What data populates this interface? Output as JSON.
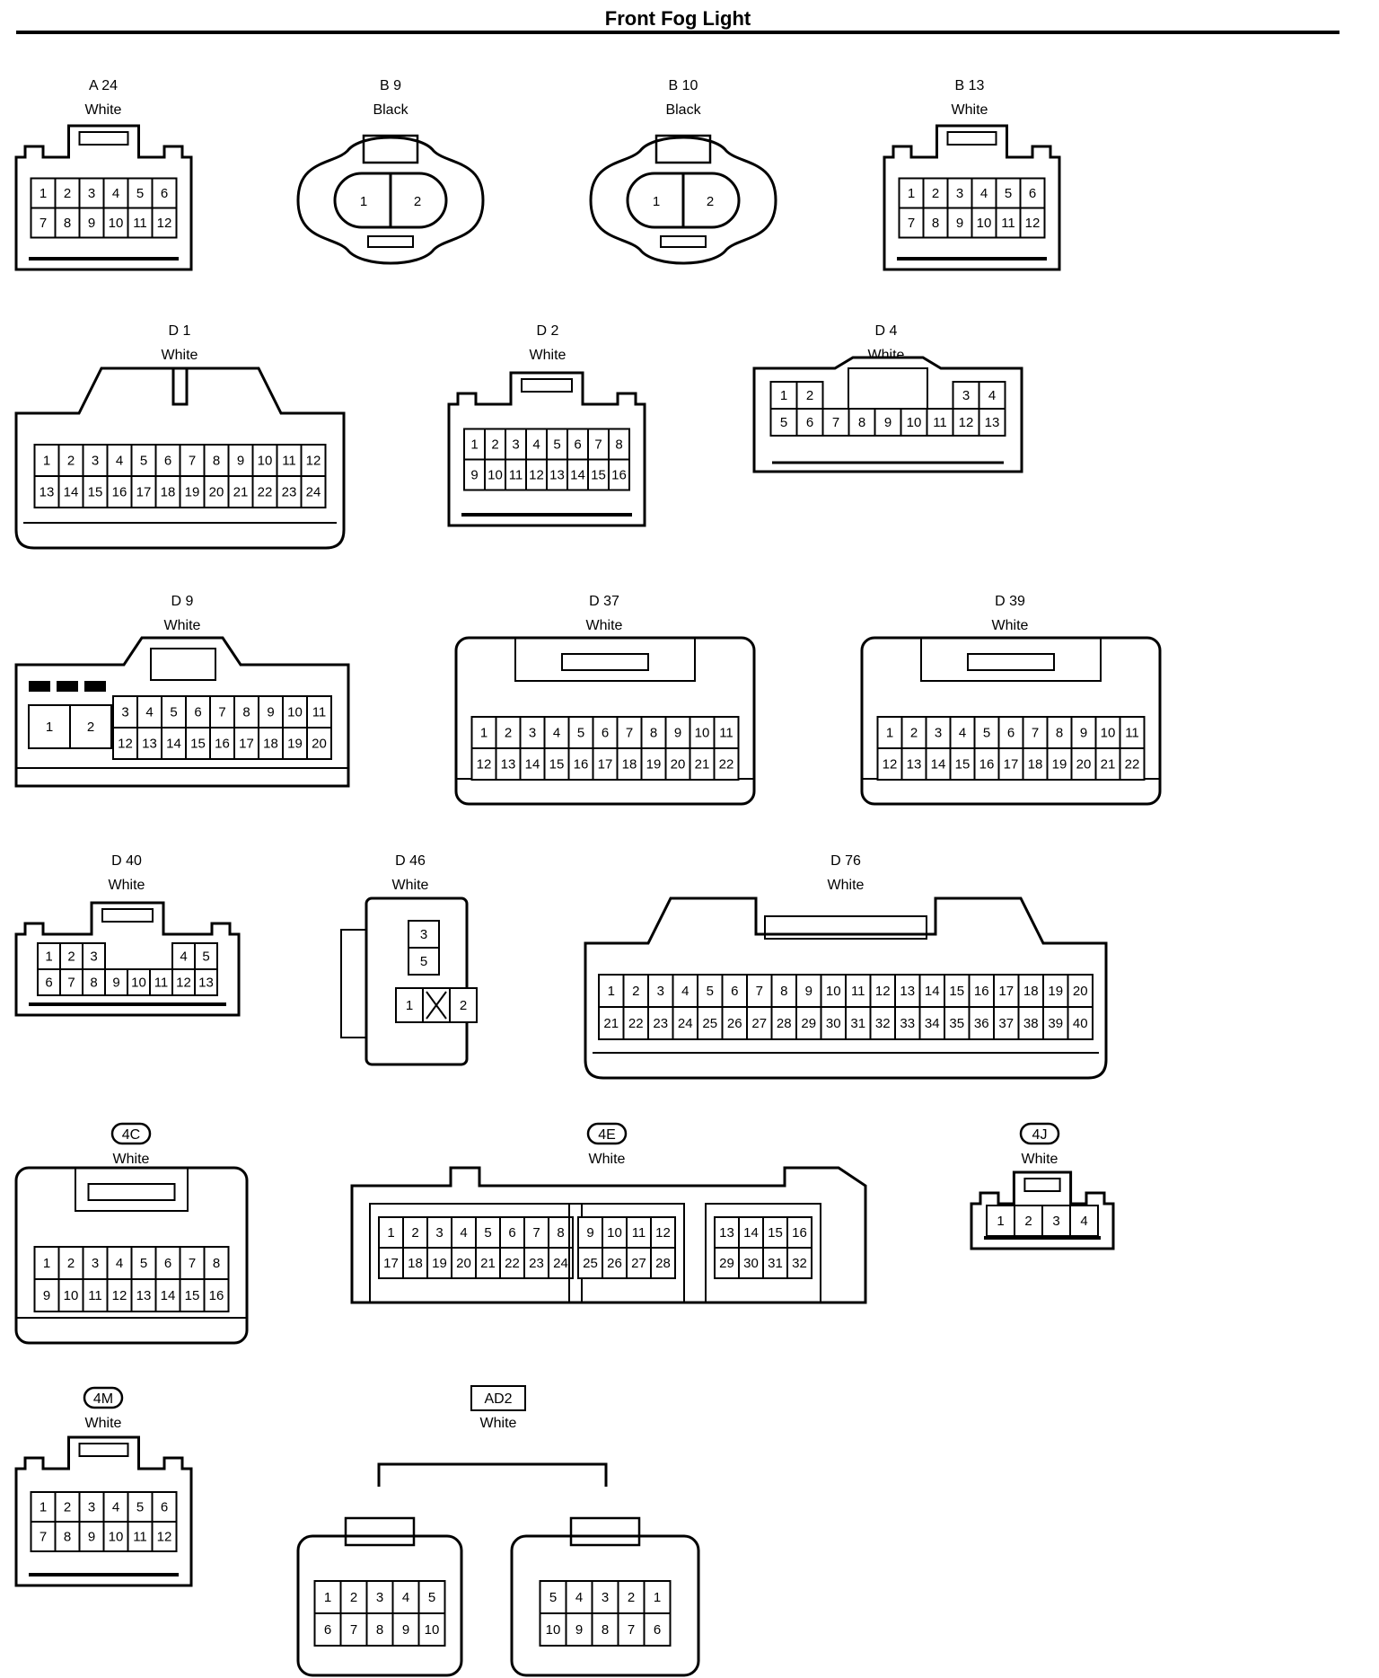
{
  "title": "Front Fog Light",
  "connectors": [
    {
      "id": "A 24",
      "color": "White",
      "shape": "std",
      "rows": [
        [
          "1",
          "2",
          "3",
          "4",
          "5",
          "6"
        ],
        [
          "7",
          "8",
          "9",
          "10",
          "11",
          "12"
        ]
      ]
    },
    {
      "id": "B 9",
      "color": "Black",
      "shape": "oval",
      "rows": [
        [
          "1",
          "2"
        ]
      ]
    },
    {
      "id": "B 10",
      "color": "Black",
      "shape": "oval",
      "rows": [
        [
          "1",
          "2"
        ]
      ]
    },
    {
      "id": "B 13",
      "color": "White",
      "shape": "std",
      "rows": [
        [
          "1",
          "2",
          "3",
          "4",
          "5",
          "6"
        ],
        [
          "7",
          "8",
          "9",
          "10",
          "11",
          "12"
        ]
      ]
    },
    {
      "id": "D 1",
      "color": "White",
      "shape": "wide",
      "rows": [
        [
          "1",
          "2",
          "3",
          "4",
          "5",
          "6",
          "7",
          "8",
          "9",
          "10",
          "11",
          "12"
        ],
        [
          "13",
          "14",
          "15",
          "16",
          "17",
          "18",
          "19",
          "20",
          "21",
          "22",
          "23",
          "24"
        ]
      ]
    },
    {
      "id": "D 2",
      "color": "White",
      "shape": "std",
      "rows": [
        [
          "1",
          "2",
          "3",
          "4",
          "5",
          "6",
          "7",
          "8"
        ],
        [
          "9",
          "10",
          "11",
          "12",
          "13",
          "14",
          "15",
          "16"
        ]
      ]
    },
    {
      "id": "D 4",
      "color": "White",
      "shape": "split",
      "rows": [
        [
          "1",
          "2",
          "",
          "",
          "",
          "",
          "",
          "3",
          "4"
        ],
        [
          "5",
          "6",
          "7",
          "8",
          "9",
          "10",
          "11",
          "12",
          "13"
        ]
      ]
    },
    {
      "id": "D 9",
      "color": "White",
      "shape": "d9",
      "rows": [
        [
          "3",
          "4",
          "5",
          "6",
          "7",
          "8",
          "9",
          "10",
          "11"
        ],
        [
          "12",
          "13",
          "14",
          "15",
          "16",
          "17",
          "18",
          "19",
          "20"
        ]
      ],
      "extra": [
        "1",
        "2"
      ]
    },
    {
      "id": "D 37",
      "color": "White",
      "shape": "rect",
      "rows": [
        [
          "1",
          "2",
          "3",
          "4",
          "5",
          "6",
          "7",
          "8",
          "9",
          "10",
          "11"
        ],
        [
          "12",
          "13",
          "14",
          "15",
          "16",
          "17",
          "18",
          "19",
          "20",
          "21",
          "22"
        ]
      ]
    },
    {
      "id": "D 39",
      "color": "White",
      "shape": "rect",
      "rows": [
        [
          "1",
          "2",
          "3",
          "4",
          "5",
          "6",
          "7",
          "8",
          "9",
          "10",
          "11"
        ],
        [
          "12",
          "13",
          "14",
          "15",
          "16",
          "17",
          "18",
          "19",
          "20",
          "21",
          "22"
        ]
      ]
    },
    {
      "id": "D 40",
      "color": "White",
      "shape": "std",
      "rows": [
        [
          "1",
          "2",
          "3",
          "",
          "",
          "",
          "4",
          "5"
        ],
        [
          "6",
          "7",
          "8",
          "9",
          "10",
          "11",
          "12",
          "13"
        ]
      ]
    },
    {
      "id": "D 46",
      "color": "White",
      "shape": "d46",
      "rows": [
        [
          "3"
        ],
        [
          "5"
        ],
        [
          "1",
          "X",
          "2"
        ]
      ]
    },
    {
      "id": "D 76",
      "color": "White",
      "shape": "wide",
      "rows": [
        [
          "1",
          "2",
          "3",
          "4",
          "5",
          "6",
          "7",
          "8",
          "9",
          "10",
          "11",
          "12",
          "13",
          "14",
          "15",
          "16",
          "17",
          "18",
          "19",
          "20"
        ],
        [
          "21",
          "22",
          "23",
          "24",
          "25",
          "26",
          "27",
          "28",
          "29",
          "30",
          "31",
          "32",
          "33",
          "34",
          "35",
          "36",
          "37",
          "38",
          "39",
          "40"
        ]
      ]
    },
    {
      "id": "4C",
      "color": "White",
      "shape": "rect",
      "badge": "oval",
      "rows": [
        [
          "1",
          "2",
          "3",
          "4",
          "5",
          "6",
          "7",
          "8"
        ],
        [
          "9",
          "10",
          "11",
          "12",
          "13",
          "14",
          "15",
          "16"
        ]
      ]
    },
    {
      "id": "4E",
      "color": "White",
      "shape": "four-e",
      "badge": "oval",
      "groups": [
        {
          "rows": [
            [
              "1",
              "2",
              "3",
              "4",
              "5",
              "6",
              "7",
              "8"
            ],
            [
              "17",
              "18",
              "19",
              "20",
              "21",
              "22",
              "23",
              "24"
            ]
          ]
        },
        {
          "rows": [
            [
              "9",
              "10",
              "11",
              "12"
            ],
            [
              "25",
              "26",
              "27",
              "28"
            ]
          ]
        },
        {
          "rows": [
            [
              "13",
              "14",
              "15",
              "16"
            ],
            [
              "29",
              "30",
              "31",
              "32"
            ]
          ]
        }
      ]
    },
    {
      "id": "4J",
      "color": "White",
      "shape": "std",
      "badge": "oval",
      "rows": [
        [
          "1",
          "2",
          "3",
          "4"
        ]
      ]
    },
    {
      "id": "4M",
      "color": "White",
      "shape": "std",
      "badge": "oval",
      "rows": [
        [
          "1",
          "2",
          "3",
          "4",
          "5",
          "6"
        ],
        [
          "7",
          "8",
          "9",
          "10",
          "11",
          "12"
        ]
      ]
    },
    {
      "id": "AD2",
      "color": "White",
      "shape": "pair",
      "badge": "box",
      "groups": [
        {
          "rows": [
            [
              "1",
              "2",
              "3",
              "4",
              "5"
            ],
            [
              "6",
              "7",
              "8",
              "9",
              "10"
            ]
          ]
        },
        {
          "rows": [
            [
              "5",
              "4",
              "3",
              "2",
              "1"
            ],
            [
              "10",
              "9",
              "8",
              "7",
              "6"
            ]
          ]
        }
      ]
    }
  ]
}
